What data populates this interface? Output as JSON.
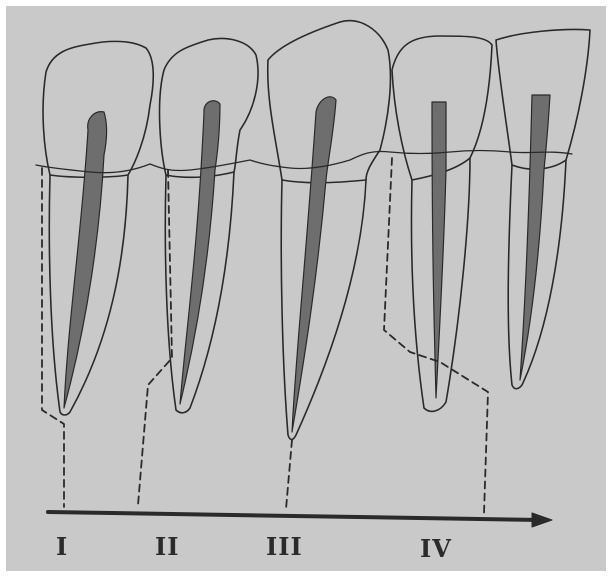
{
  "diagram": {
    "stage_labels": [
      "I",
      "II",
      "III",
      "IV"
    ],
    "colors": {
      "background": "#c9c9c9",
      "ink": "#2a2a2a",
      "canal": "#6e6e6e"
    }
  }
}
